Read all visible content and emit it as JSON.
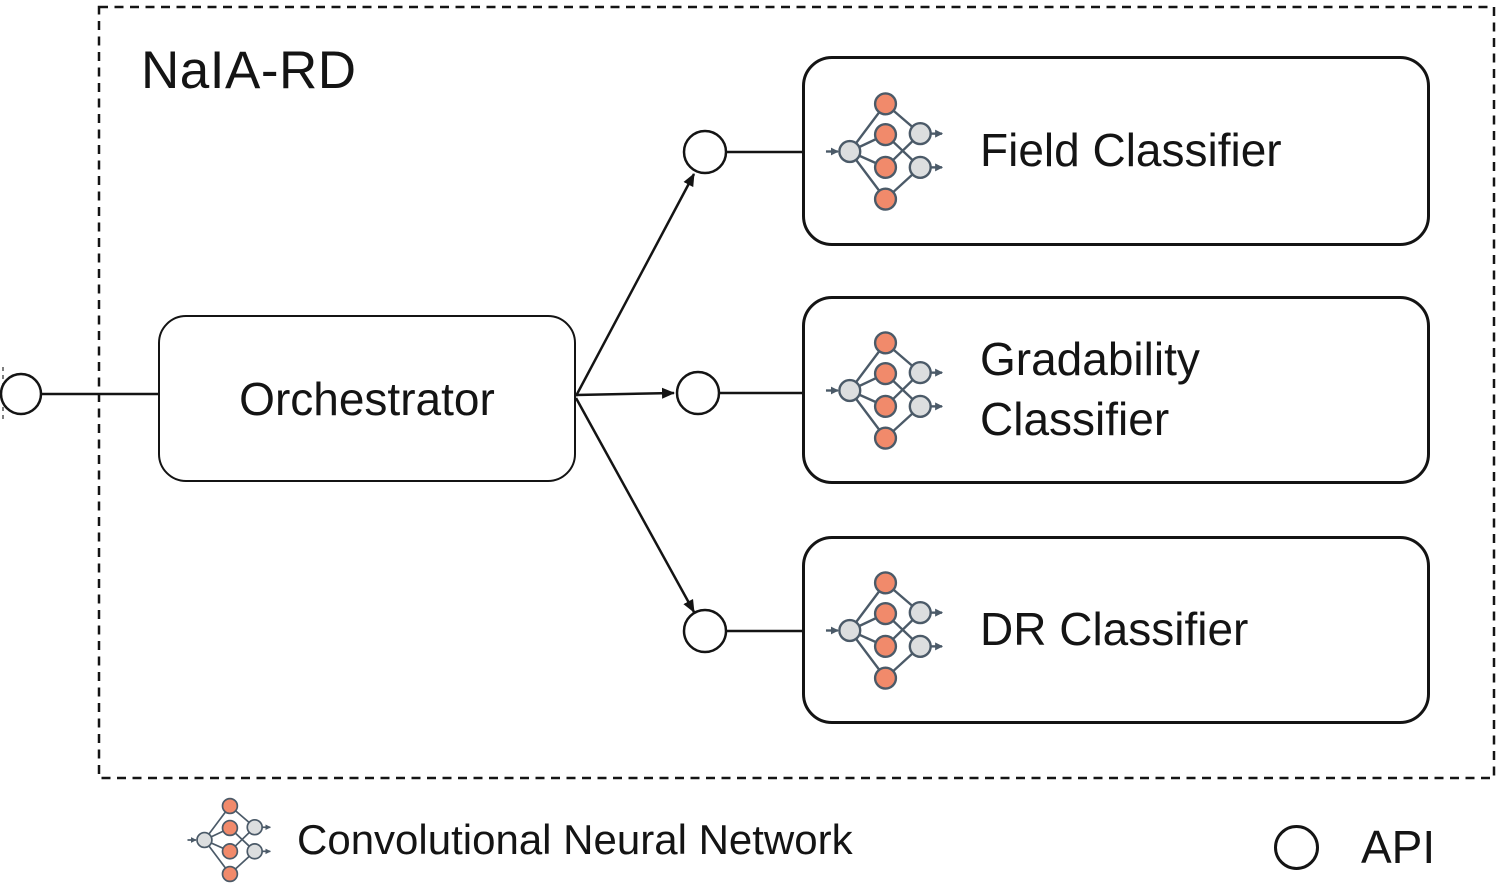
{
  "title": "NaIA-RD",
  "orchestrator": {
    "label": "Orchestrator"
  },
  "classifiers": [
    {
      "label": "Field Classifier",
      "icon": "cnn-icon"
    },
    {
      "label": "Gradability Classifier",
      "icon": "cnn-icon"
    },
    {
      "label": "DR Classifier",
      "icon": "cnn-icon"
    }
  ],
  "api_nodes": {
    "count": 3,
    "icon": "api-circle-icon"
  },
  "legend": [
    {
      "icon": "cnn-icon",
      "label": "Convolutional Neural Network"
    },
    {
      "icon": "api-circle-icon",
      "label": "API"
    }
  ],
  "colors": {
    "line": "#141414",
    "cnn_node_orange": "#f18a6b",
    "cnn_node_gray": "#dcdedf",
    "cnn_stroke": "#4b5a68",
    "background": "#ffffff"
  }
}
